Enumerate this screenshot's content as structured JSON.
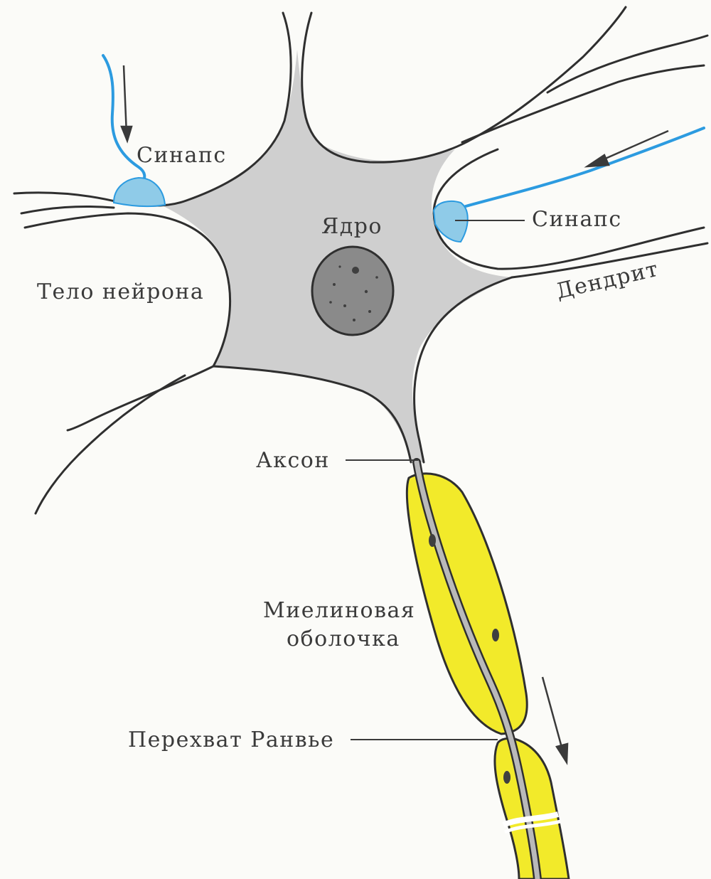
{
  "diagram": {
    "labels": {
      "synapse_left": "Синапс",
      "synapse_right": "Синапс",
      "nucleus": "Ядро",
      "neuron_body": "Тело нейрона",
      "dendrite": "Дендрит",
      "axon": "Аксон",
      "myelin_line1": "Миелиновая",
      "myelin_line2": "оболочка",
      "ranvier_node": "Перехват Ранвье"
    },
    "colors": {
      "cell_body": "#cfcfcf",
      "cell_outline": "#2f2f2f",
      "nucleus_fill": "#8a8a8a",
      "synapse_fill": "#8fcbe8",
      "synapse_fiber": "#2c9be0",
      "myelin_fill": "#f2ea2a",
      "axon_core": "#b9b9b9",
      "text": "#3a3a3a",
      "arrow": "#3a3a3a"
    },
    "icons": {
      "arrow_left_synapse": "down-arrow-icon",
      "arrow_right_synapse": "left-arrow-icon",
      "arrow_axon": "down-arrow-icon"
    }
  }
}
